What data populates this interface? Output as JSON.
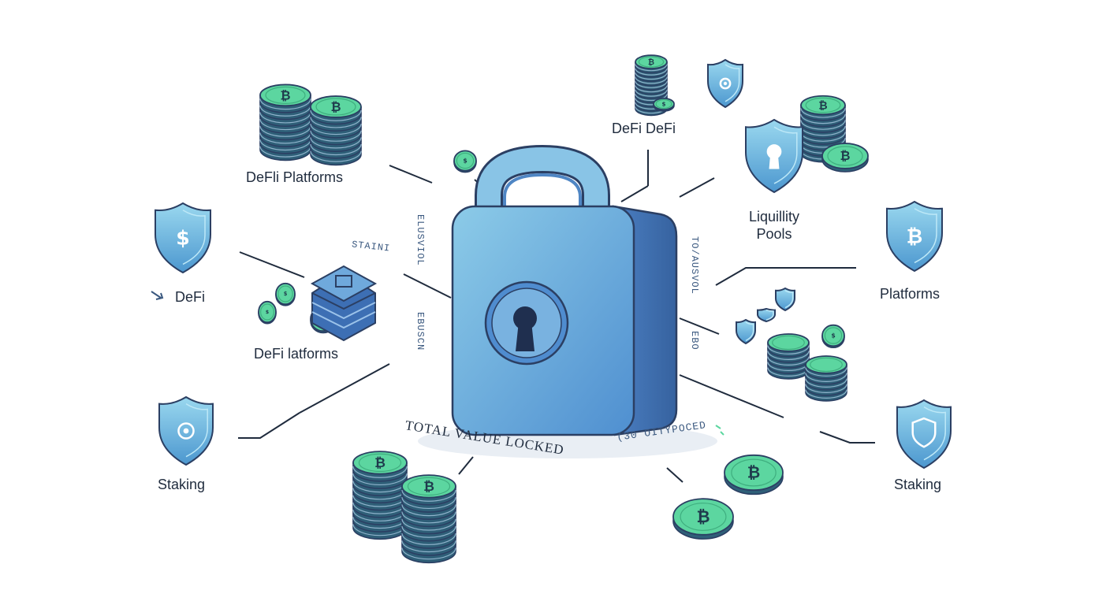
{
  "labels": {
    "defi_platforms_top": "DeFli Platforms",
    "defi_defi_top": "DeFi DeFi",
    "liquidity_pools": "Liquillity\nPools",
    "defi_left": "DeFi",
    "defi_latforms": "DeFi latforms",
    "platforms_right": "Platforms",
    "staking_left": "Staking",
    "staking_right": "Staking",
    "total_value_locked": "TOTAL VALUE LOCKED",
    "bottom_small": "(30 OITYPOCED",
    "stain": "STAINI",
    "side_left_upper": "ELUSVIOL",
    "side_left_lower": "EBUSCN",
    "side_right_upper": "TO/AUSVOL",
    "side_right_lower": "EBO"
  },
  "icons": {
    "lock": "padlock-icon",
    "coin": "bitcoin-coin-icon",
    "shield": "shield-icon"
  },
  "colors": {
    "lock_front": "#5c9fd6",
    "lock_side": "#3d6fb4",
    "coin_green": "#5cd6a0",
    "coin_dark": "#2f5f78",
    "shield": "#6fbde0",
    "outline": "#2b3f63",
    "line": "#1f2b3d"
  }
}
